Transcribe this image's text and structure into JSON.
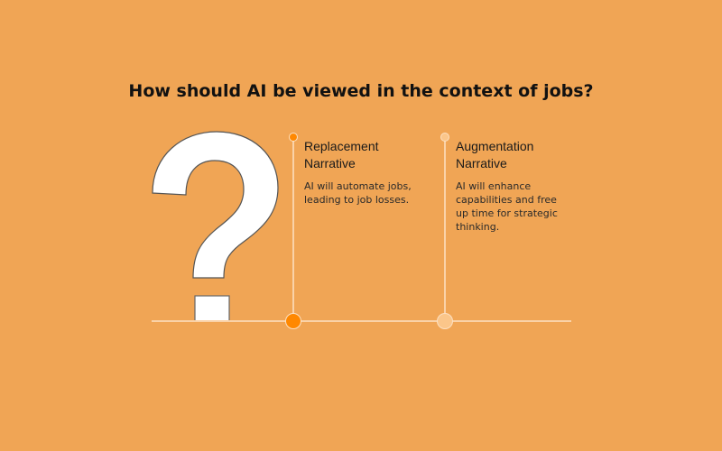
{
  "title": "How should AI be viewed in the context of jobs?",
  "icon": "question-mark-icon",
  "colors": {
    "background": "#F0A555",
    "replacement_dot": "#FF8800",
    "augmentation_dot": "#FBC68A",
    "line": "#FAD2A8"
  },
  "narratives": [
    {
      "title_line1": "Replacement",
      "title_line2": "Narrative",
      "desc_line1": "AI will automate jobs,",
      "desc_line2": "leading to job losses."
    },
    {
      "title_line1": "Augmentation",
      "title_line2": "Narrative",
      "desc_line1": "AI will enhance",
      "desc_line2": "capabilities and free",
      "desc_line3": "up time for strategic",
      "desc_line4": "thinking."
    }
  ]
}
